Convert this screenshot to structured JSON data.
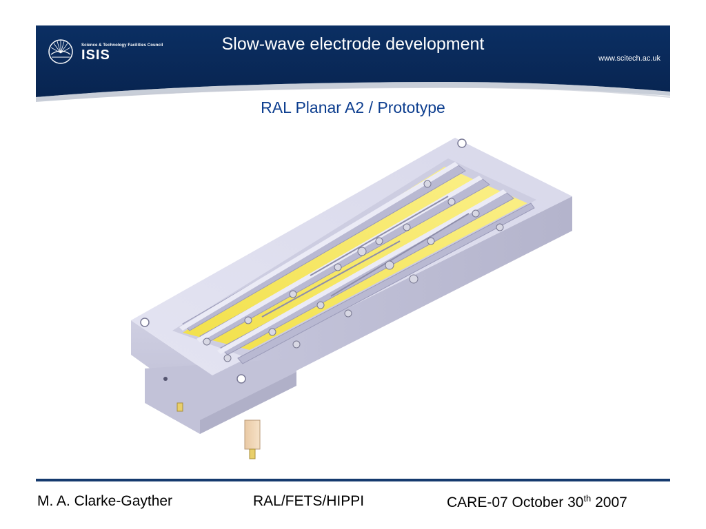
{
  "header": {
    "logo_council": "Science & Technology Facilities Council",
    "logo_name": "ISIS",
    "title": "Slow-wave electrode development",
    "url": "www.scitech.ac.uk"
  },
  "slide": {
    "subtitle": "RAL Planar A2 / Prototype"
  },
  "figure": {
    "icon": "electrode-assembly-render"
  },
  "footer": {
    "author": "M. A. Clarke-Gayther",
    "project": "RAL/FETS/HIPPI",
    "event_prefix": "CARE-07 October 30",
    "event_sup": "th",
    "event_year": " 2007"
  },
  "colors": {
    "header_navy": "#0a2a5a",
    "subtitle_blue": "#0d3e8f",
    "rule_navy": "#153a6e",
    "body_grey": "#d3d3e6",
    "strip_yellow": "#f4e64a"
  }
}
